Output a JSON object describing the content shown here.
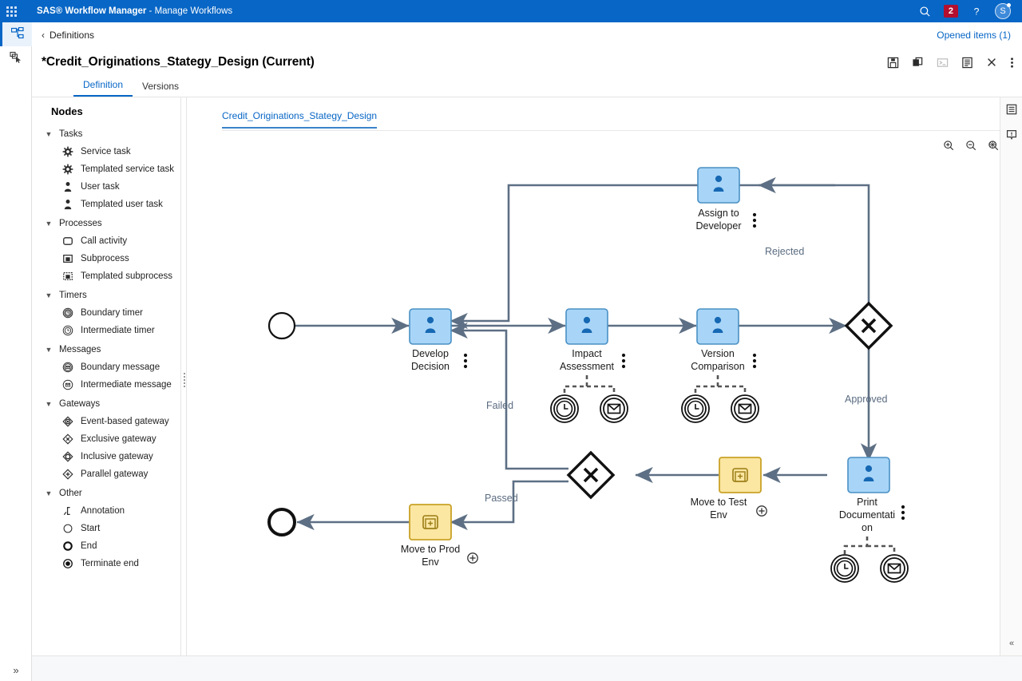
{
  "appbar": {
    "waffle_icon": "app-grid-icon",
    "product": "SAS® Workflow Manager",
    "subtitle": " - Manage Workflows",
    "search_icon": "search-icon",
    "alert_count": "2",
    "help_icon": "question-mark-icon",
    "avatar_initial": "S",
    "brand_blue": "#0766c6",
    "alert_red": "#b40f2e"
  },
  "rail": {
    "items": [
      {
        "name": "workflow-definitions",
        "icon": "workflow-nodes-icon",
        "active": true
      },
      {
        "name": "workflow-instances",
        "icon": "pointer-stack-icon",
        "active": false
      }
    ],
    "expand_label": "»"
  },
  "breadcrumb": {
    "back_chevron": "‹",
    "label": "Definitions",
    "opened_items": "Opened items (1)"
  },
  "title": {
    "text": "*Credit_Originations_Stategy_Design (Current)",
    "tools": [
      {
        "name": "save-button",
        "icon": "save-icon",
        "disabled": false
      },
      {
        "name": "copy-button",
        "icon": "copy-icon",
        "disabled": false
      },
      {
        "name": "deploy-button",
        "icon": "deploy-icon",
        "disabled": true
      },
      {
        "name": "properties-button",
        "icon": "properties-icon",
        "disabled": false
      },
      {
        "name": "close-button",
        "icon": "close-x-icon",
        "disabled": false
      },
      {
        "name": "more-button",
        "icon": "kebab-menu-icon",
        "disabled": false
      }
    ]
  },
  "tabs": [
    {
      "label": "Definition",
      "active": true
    },
    {
      "label": "Versions",
      "active": false
    }
  ],
  "palette": {
    "title": "Nodes",
    "groups": [
      {
        "label": "Tasks",
        "expanded": true,
        "items": [
          {
            "label": "Service task",
            "icon": "gear-icon"
          },
          {
            "label": "Templated service task",
            "icon": "gear-dashed-icon"
          },
          {
            "label": "User task",
            "icon": "person-icon"
          },
          {
            "label": "Templated user task",
            "icon": "person-dashed-icon"
          }
        ]
      },
      {
        "label": "Processes",
        "expanded": true,
        "items": [
          {
            "label": "Call activity",
            "icon": "rounded-square-icon"
          },
          {
            "label": "Subprocess",
            "icon": "subprocess-icon"
          },
          {
            "label": "Templated subprocess",
            "icon": "subprocess-dashed-icon"
          }
        ]
      },
      {
        "label": "Timers",
        "expanded": true,
        "items": [
          {
            "label": "Boundary timer",
            "icon": "double-circle-clock-icon"
          },
          {
            "label": "Intermediate timer",
            "icon": "circle-clock-icon"
          }
        ]
      },
      {
        "label": "Messages",
        "expanded": true,
        "items": [
          {
            "label": "Boundary message",
            "icon": "double-circle-envelope-icon"
          },
          {
            "label": "Intermediate message",
            "icon": "circle-envelope-icon"
          }
        ]
      },
      {
        "label": "Gateways",
        "expanded": true,
        "items": [
          {
            "label": "Event-based gateway",
            "icon": "diamond-circle-icon"
          },
          {
            "label": "Exclusive gateway",
            "icon": "diamond-x-icon"
          },
          {
            "label": "Inclusive gateway",
            "icon": "diamond-o-icon"
          },
          {
            "label": "Parallel gateway",
            "icon": "diamond-plus-icon"
          }
        ]
      },
      {
        "label": "Other",
        "expanded": true,
        "items": [
          {
            "label": "Annotation",
            "icon": "annotation-bracket-icon"
          },
          {
            "label": "Start",
            "icon": "thin-circle-icon"
          },
          {
            "label": "End",
            "icon": "thick-circle-icon"
          },
          {
            "label": "Terminate end",
            "icon": "filled-circle-icon"
          }
        ]
      }
    ]
  },
  "canvas": {
    "tab_label": "Credit_Originations_Stategy_Design",
    "kebab_icon": "kebab-menu-icon",
    "zoom_controls": [
      {
        "name": "zoom-in-button",
        "icon": "zoom-in-icon"
      },
      {
        "name": "zoom-out-button",
        "icon": "zoom-out-icon"
      },
      {
        "name": "zoom-fit-button",
        "icon": "zoom-fit-icon"
      },
      {
        "name": "canvas-options-button",
        "icon": "kebab-menu-icon"
      }
    ]
  },
  "right_rail": {
    "items": [
      {
        "name": "details-panel-button",
        "icon": "list-panel-icon"
      },
      {
        "name": "messages-panel-button",
        "icon": "alert-panel-icon"
      }
    ],
    "collapse_label": "«"
  },
  "diagram": {
    "colors": {
      "user_task_fill": "#a8d5f7",
      "user_task_stroke": "#4a90c4",
      "user_task_icon": "#1668b3",
      "subprocess_fill": "#fbe6a2",
      "subprocess_stroke": "#c9a227",
      "edge": "#5d6f84",
      "edge_label": "#5a6b80",
      "event_stroke": "#000000"
    },
    "nodes": [
      {
        "id": "start",
        "type": "start-event",
        "label": ""
      },
      {
        "id": "develop",
        "type": "user-task",
        "label": "Develop Decision"
      },
      {
        "id": "impact",
        "type": "user-task",
        "label": "Impact Assessment"
      },
      {
        "id": "version",
        "type": "user-task",
        "label": "Version Comparison"
      },
      {
        "id": "assign",
        "type": "user-task",
        "label": "Assign to Developer"
      },
      {
        "id": "print",
        "type": "user-task",
        "label": "Print Documentation"
      },
      {
        "id": "gw-approve",
        "type": "exclusive-gateway",
        "label": ""
      },
      {
        "id": "gw-test",
        "type": "exclusive-gateway",
        "label": ""
      },
      {
        "id": "move-test",
        "type": "subprocess",
        "label": "Move to Test Env"
      },
      {
        "id": "move-prod",
        "type": "subprocess",
        "label": "Move to Prod Env"
      },
      {
        "id": "end",
        "type": "end-event",
        "label": ""
      }
    ],
    "boundary_events": [
      {
        "host": "impact",
        "events": [
          "boundary-timer",
          "boundary-message"
        ]
      },
      {
        "host": "version",
        "events": [
          "boundary-timer",
          "boundary-message"
        ]
      },
      {
        "host": "print",
        "events": [
          "boundary-timer",
          "boundary-message"
        ]
      }
    ],
    "edge_labels": [
      {
        "name": "edge-label-rejected",
        "text": "Rejected"
      },
      {
        "name": "edge-label-approved",
        "text": "Approved"
      },
      {
        "name": "edge-label-failed",
        "text": "Failed"
      },
      {
        "name": "edge-label-passed",
        "text": "Passed"
      }
    ],
    "node_labels": {
      "develop": "Develop Decision",
      "develop_l1": "Develop",
      "develop_l2": "Decision",
      "impact_l1": "Impact",
      "impact_l2": "Assessment",
      "version_l1": "Version",
      "version_l2": "Comparison",
      "assign_l1": "Assign to",
      "assign_l2": "Developer",
      "print_l1": "Print",
      "print_l2": "Documentati",
      "print_l3": "on",
      "movetest_l1": "Move to Test",
      "movetest_l2": "Env",
      "moveprod_l1": "Move to Prod",
      "moveprod_l2": "Env"
    }
  }
}
